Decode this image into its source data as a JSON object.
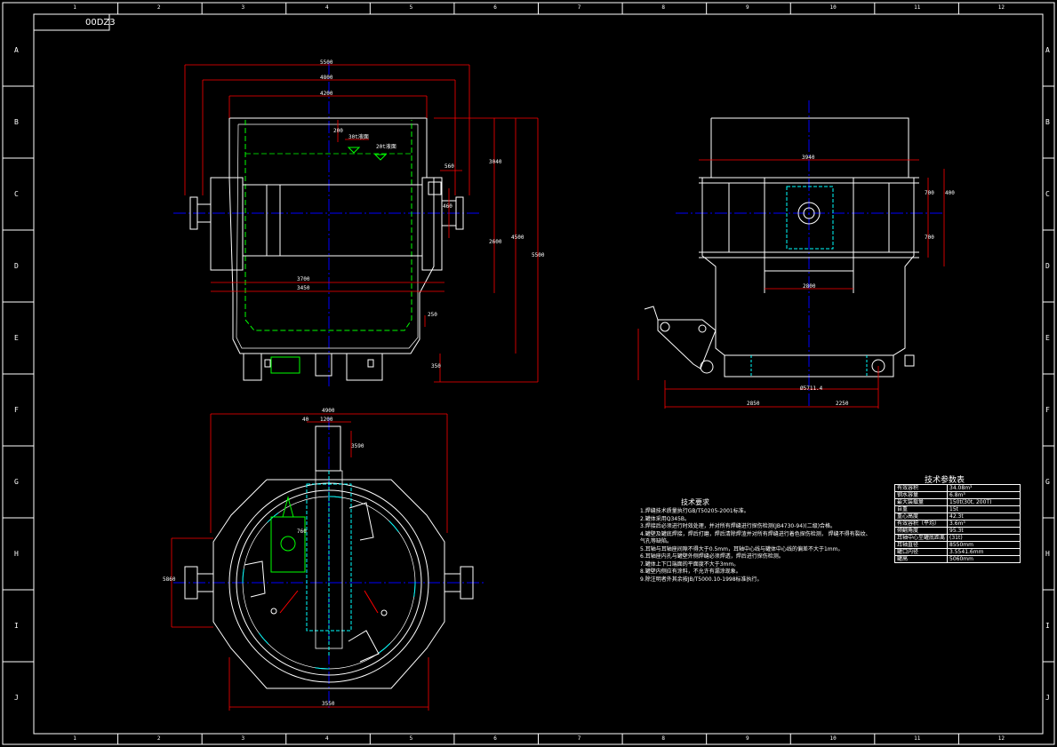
{
  "drawing": {
    "code": "00DZ3",
    "colors": {
      "background": "#000000",
      "frame": "#ffffff",
      "dimension": "#ff0000",
      "centerline": "#0000ff",
      "hidden": "#00ff00",
      "cyan": "#00ffff",
      "yellow": "#ffff00"
    },
    "col_labels": [
      "1",
      "2",
      "3",
      "4",
      "5",
      "6",
      "7",
      "8",
      "9",
      "10",
      "11",
      "12"
    ],
    "row_labels": [
      "A",
      "B",
      "C",
      "D",
      "E",
      "F",
      "G",
      "H",
      "I",
      "J"
    ]
  },
  "front_view": {
    "dims": [
      "5500",
      "4800",
      "4200",
      "3700",
      "3450",
      "3040",
      "2600",
      "4500",
      "5500",
      "560",
      "460",
      "350",
      "250",
      "200"
    ],
    "level_labels": [
      "20t液面",
      "30t液面"
    ]
  },
  "side_view": {
    "dims": [
      "3940",
      "2800",
      "700",
      "700",
      "400",
      "2850",
      "2250",
      "Ø5711.4"
    ]
  },
  "top_view": {
    "dims": [
      "4900",
      "1200",
      "3550",
      "5860",
      "3590",
      "40",
      "760"
    ]
  },
  "notes": {
    "title": "技术要求",
    "items": [
      "1.焊缝技术质量执行GB/T50205-2001标准。",
      "2.罐体采用Q345B。",
      "3.焊接后必须进行时效处理，并对所有焊缝进行探伤检测(JB4730-94)(二级)合格。",
      "4.罐壁及罐底焊接，焊后打磨，焊后清除焊渣并对所有焊缝进行着色探伤检测，   焊缝不得有裂纹、气孔等缺陷。",
      "5.耳轴与耳轴座间隙不得大于0.5mm，耳轴中心线与罐体中心线的偏差不大于1mm。",
      "6.耳轴座内孔与罐壁外侧焊缝必须焊透，焊后进行探伤检测。",
      "7.罐体上下口端面的平面度不大于3mm。",
      "8.罐壁内侧应有涂料，不允许有漏涂现象。",
      "9.除注明者外其余按JB/T5000.10-1998标准执行。"
    ]
  },
  "params": {
    "title": "技术参数表",
    "rows": [
      [
        "有效容积",
        "34.08m³"
      ],
      [
        "钢水容量",
        "6.8m³"
      ],
      [
        "最大装载量",
        "150t(30t, 200T)"
      ],
      [
        "自重",
        "15t"
      ],
      [
        "重心高度",
        "42.3t"
      ],
      [
        "有效容积（平均）",
        "3.6m³"
      ],
      [
        "倾翻角度",
        "95.3t"
      ],
      [
        "耳轴中心至罐底距离",
        "(31t)"
      ],
      [
        "耳轴直径",
        "8550mm"
      ],
      [
        "罐口内径",
        "3.5541.6mm"
      ],
      [
        "罐高",
        "5060mm"
      ]
    ]
  }
}
